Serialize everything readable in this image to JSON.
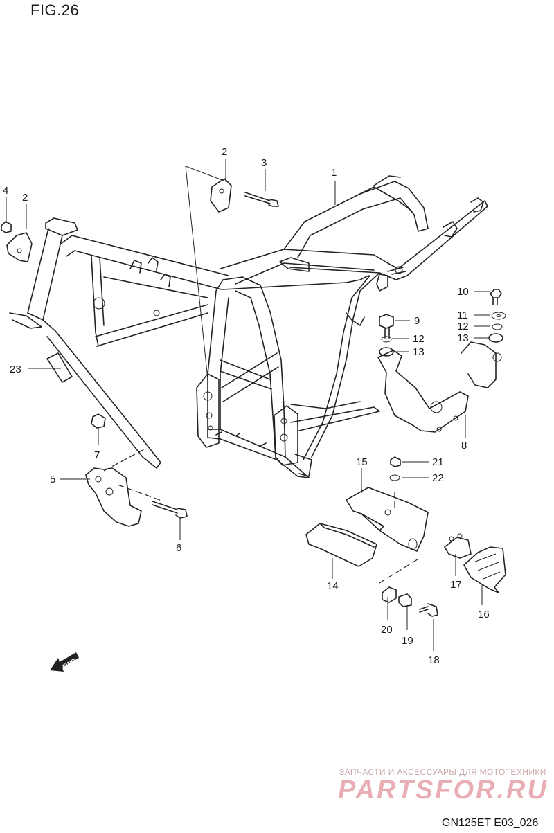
{
  "figure_title": "FIG.26",
  "drawing_code": "GN125ET E03_026",
  "watermark": {
    "tagline": "ЗАПЧАСТИ И АКСЕССУАРЫ ДЛЯ МОТОТЕХНИКИ",
    "logo": "PARTSFOR.RU"
  },
  "fwd_arrow": "FWD",
  "callouts": [
    "1",
    "2",
    "2",
    "3",
    "4",
    "5",
    "6",
    "7",
    "8",
    "9",
    "10",
    "11",
    "12",
    "12",
    "13",
    "13",
    "14",
    "15",
    "16",
    "17",
    "18",
    "19",
    "20",
    "21",
    "22",
    "23"
  ]
}
